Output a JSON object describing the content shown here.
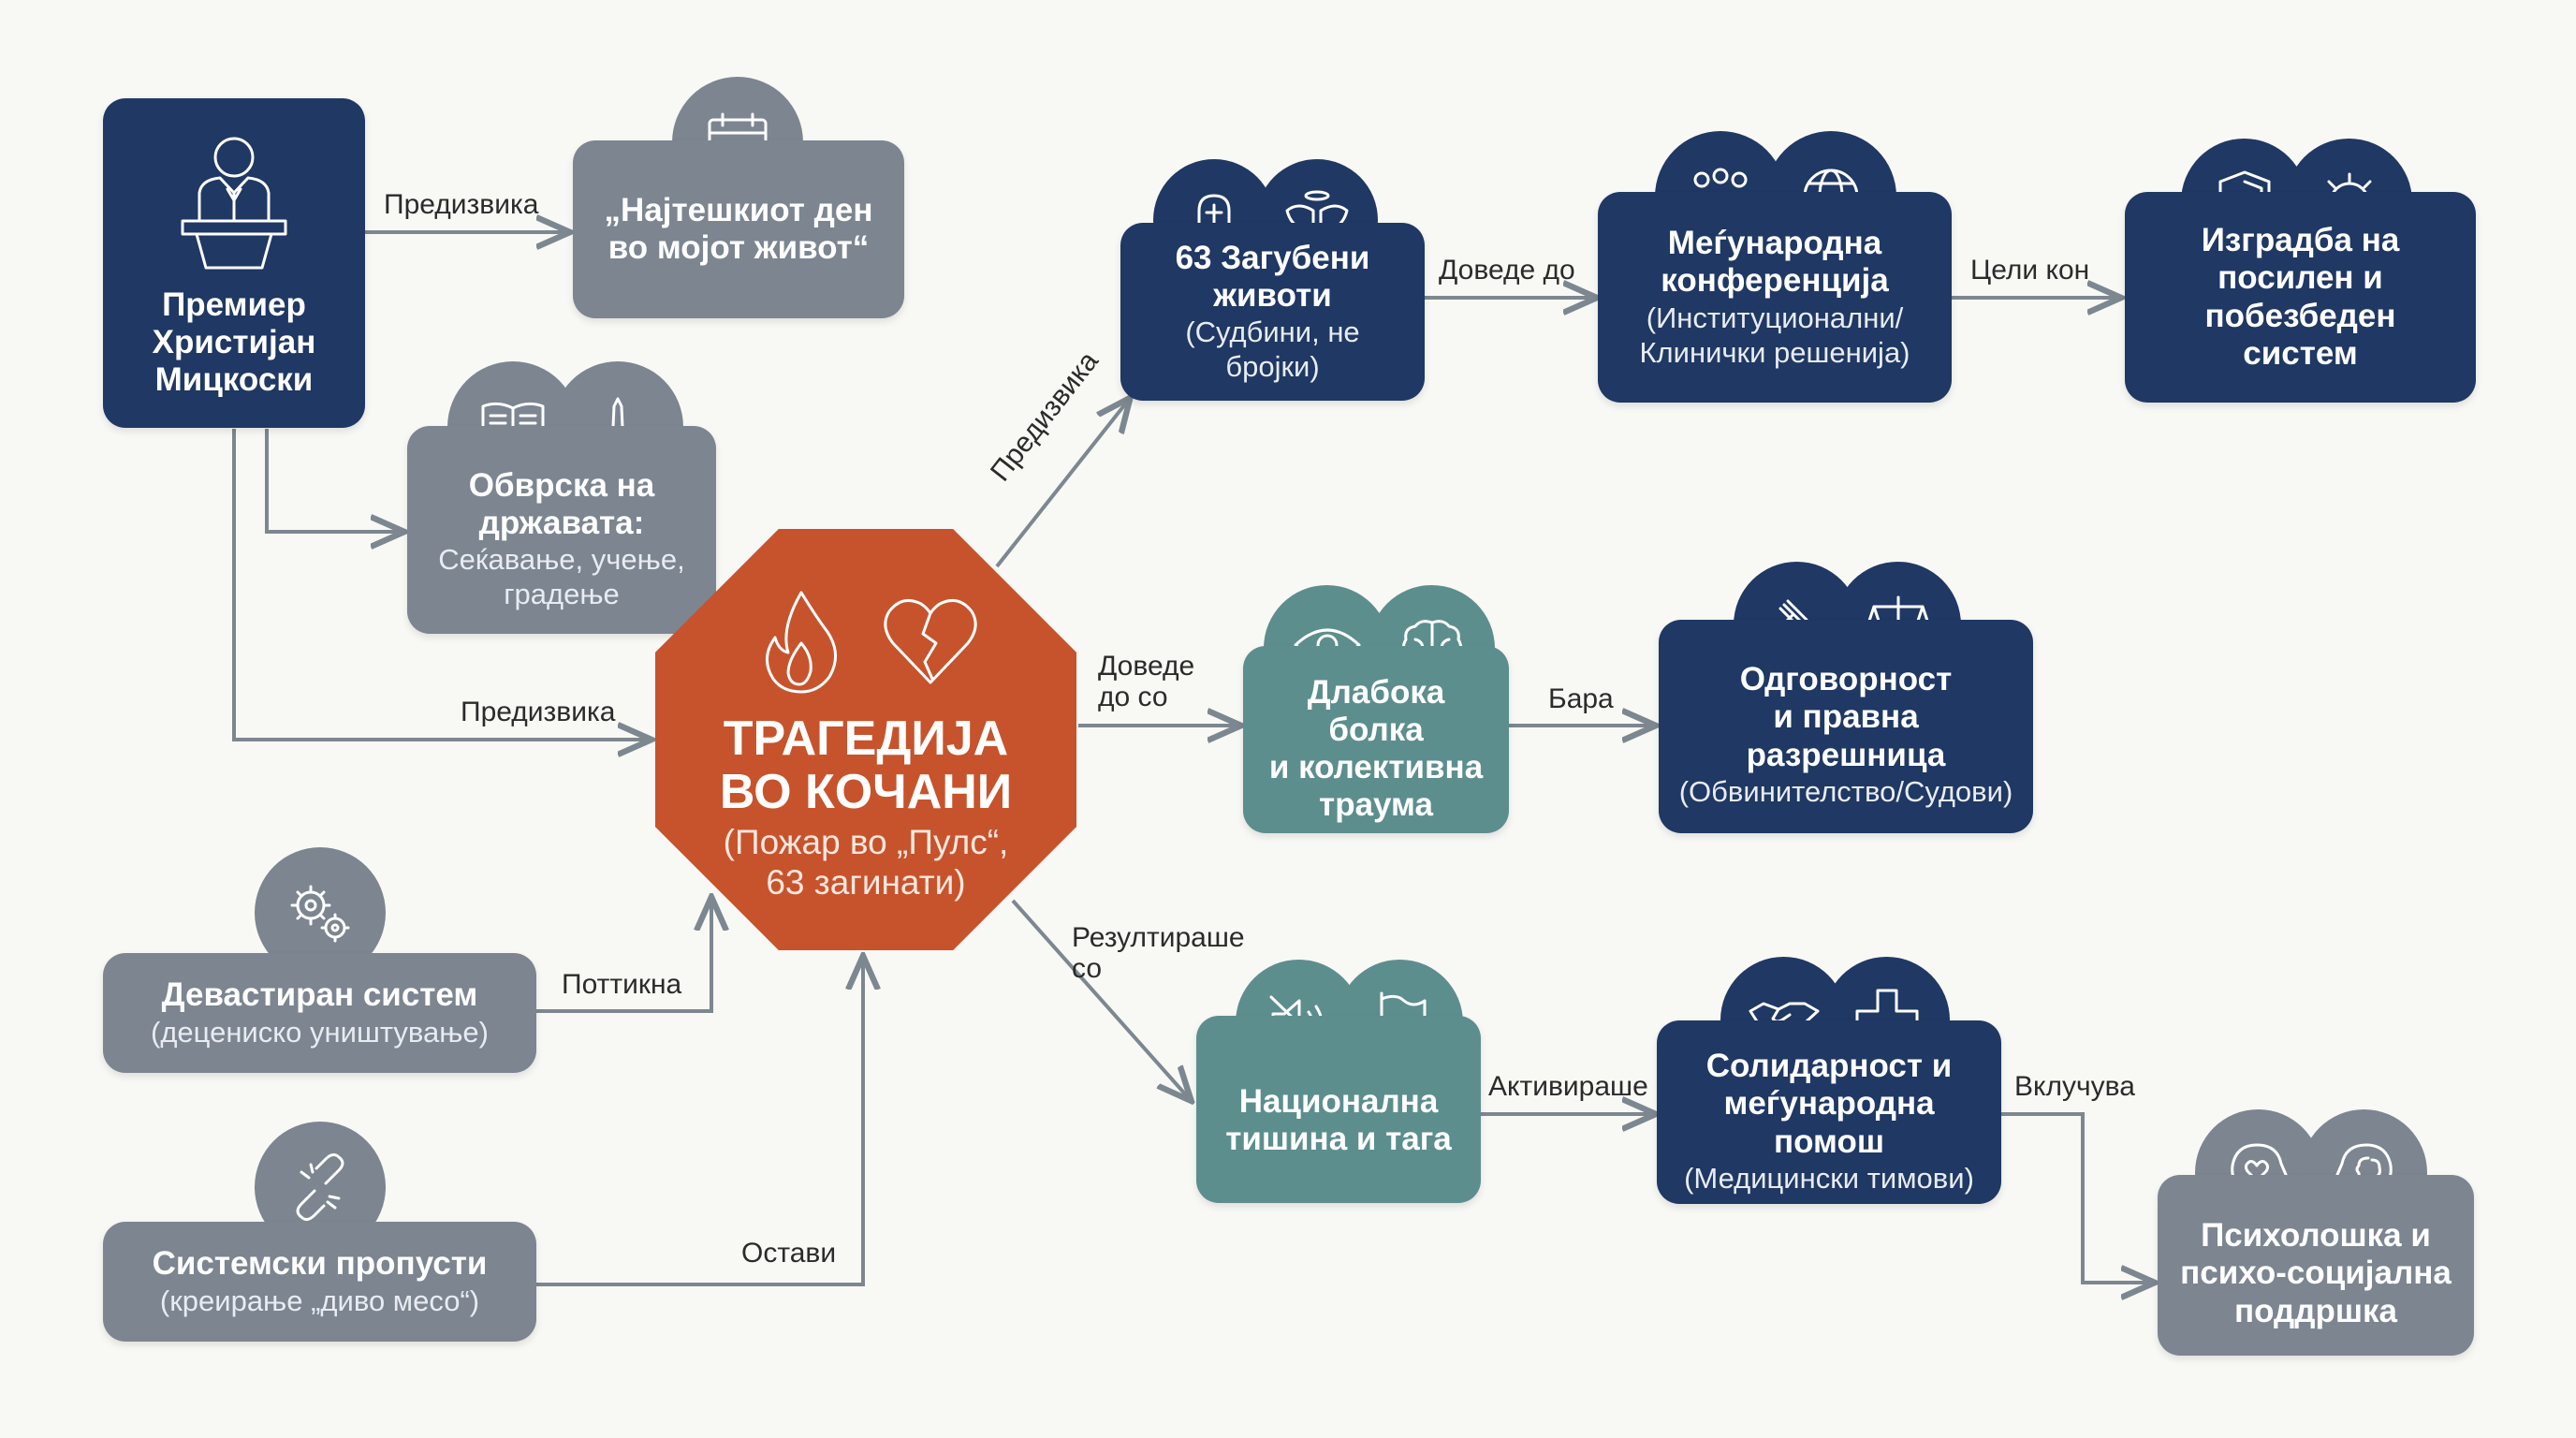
{
  "nodes": {
    "pm": {
      "title": "Премиер\nХристијан\nМицкоски",
      "icon": "speaker-podium-icon"
    },
    "hardest_day": {
      "title": "„Најтешкиот ден\nво мојот живот“",
      "icon": "calendar-x-icon"
    },
    "obligation": {
      "title": "Обврска на\nдржавата:",
      "subtitle": "Сеќавање, учење,\nградење",
      "icons": [
        "open-book-icon",
        "monument-icon"
      ]
    },
    "tragedy": {
      "title": "ТРАГЕДИЈА\nВО КОЧАНИ",
      "subtitle": "(Пожар во „Пулс“,\n63 загинати)",
      "icons": [
        "flame-icon",
        "broken-heart-icon"
      ]
    },
    "devastated": {
      "title": "Девастиран систем",
      "subtitle": "(дeцениско уништување)",
      "icon": "gears-icon"
    },
    "failures": {
      "title": "Системски пропусти",
      "subtitle": "(креирање „диво месо“)",
      "icon": "broken-chain-icon"
    },
    "lives": {
      "title": "63 Загубени\nживоти",
      "subtitle": "(Судбини, не бројки)",
      "icons": [
        "gravestone-icon",
        "angel-wings-icon"
      ]
    },
    "conference": {
      "title": "Меѓународна\nконференција",
      "subtitle": "(Институционални/\nКлинички решенија)",
      "icons": [
        "meeting-table-icon",
        "globe-icon"
      ]
    },
    "system": {
      "title": "Изградба на\nпосилен и\nпобезбеден систем",
      "icons": [
        "shield-icon",
        "gear-check-icon"
      ]
    },
    "pain": {
      "title": "Длабока болка\nи колективна\nтраума",
      "icons": [
        "crying-eye-icon",
        "brain-icon"
      ]
    },
    "accountability": {
      "title": "Одговорност\nи правна\nразрешница",
      "subtitle": "(Обвинителство/Судови)",
      "icons": [
        "gavel-icon",
        "scales-icon"
      ]
    },
    "silence": {
      "title": "Национална\nтишина и тага",
      "icons": [
        "muted-speaker-icon",
        "flag-icon"
      ]
    },
    "solidarity": {
      "title": "Солидарност и\nмеѓународна помош",
      "subtitle": "(Медицински тимови)",
      "icons": [
        "handshake-icon",
        "medical-cross-icon"
      ]
    },
    "psych": {
      "title": "Психолошка и\nпсихо-социјална\nподдршка",
      "icons": [
        "head-heart-icon",
        "head-mind-icon"
      ]
    }
  },
  "edges": {
    "pm_to_day": "Предизвика",
    "pm_to_tragedy": "Предизвика",
    "tragedy_to_lives": "Предизвика",
    "lives_to_conf": "Доведе до",
    "conf_to_system": "Цели кон",
    "tragedy_to_pain": "Доведе\nдо со",
    "pain_to_acc": "Бара",
    "tragedy_to_silence": "Резултираше\nсо",
    "silence_to_solidarity": "Активираше",
    "solidarity_to_psych": "Вклучува",
    "devastated_to_tragedy": "Поттикна",
    "failures_to_tragedy": "Остави"
  },
  "colors": {
    "navy": "#1f3864",
    "gray": "#7c8590",
    "teal": "#5d8e8e",
    "orange": "#c7532c",
    "arrow": "#7d8790"
  }
}
